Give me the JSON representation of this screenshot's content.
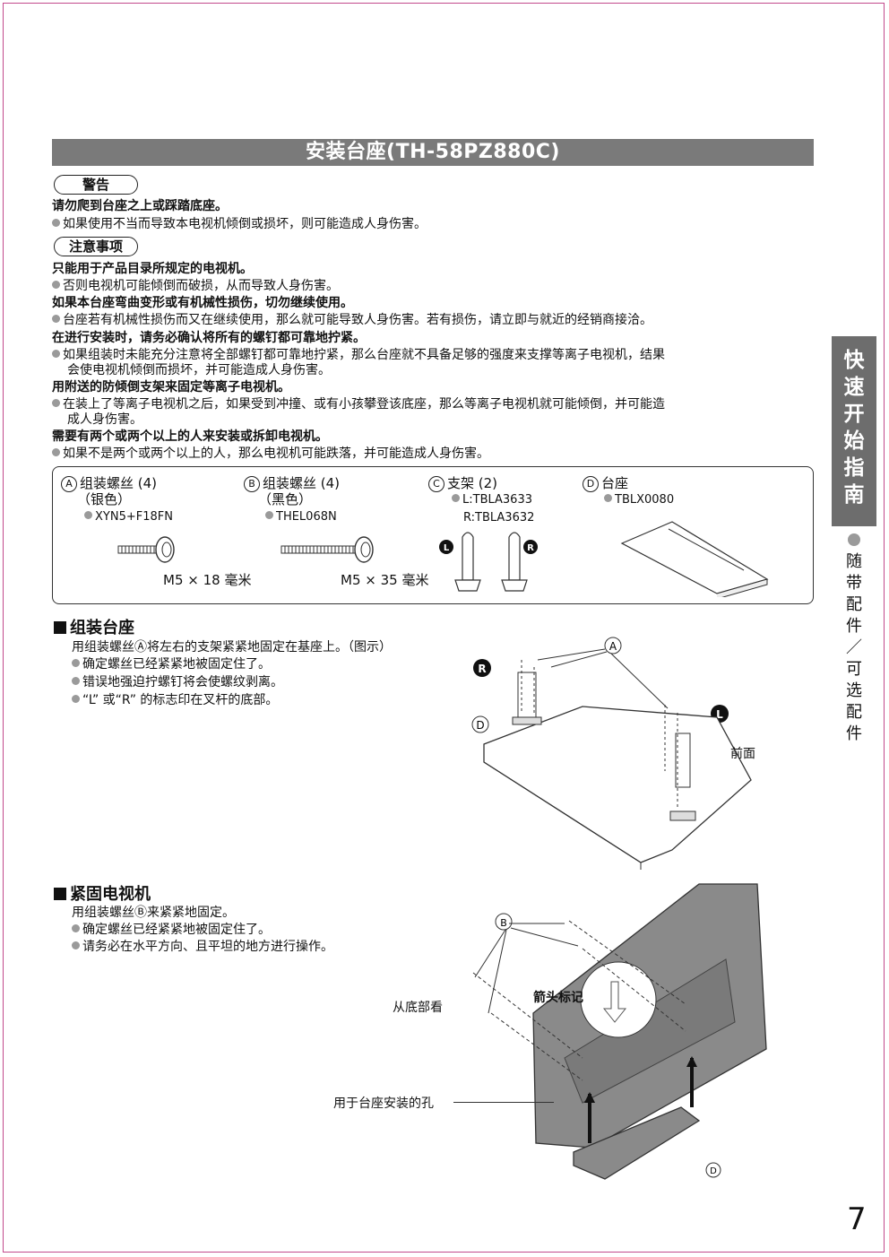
{
  "title": "安装台座(TH-58PZ880C)",
  "warning": {
    "label": "警告",
    "heading": "请勿爬到台座之上或踩踏底座。",
    "item": "如果使用不当而导致本电视机倾倒或损坏，则可能造成人身伤害。"
  },
  "caution": {
    "label": "注意事项",
    "h1": "只能用于产品目录所规定的电视机。",
    "i1": "否则电视机可能倾倒而破损，从而导致人身伤害。",
    "h2": "如果本台座弯曲变形或有机械性损伤，切勿继续使用。",
    "i2": "台座若有机械性损伤而又在继续使用，那么就可能导致人身伤害。若有损伤，请立即与就近的经销商接洽。",
    "h3": "在进行安装时，请务必确认将所有的螺钉都可靠地拧紧。",
    "i3a": "如果组装时未能充分注意将全部螺钉都可靠地拧紧，那么台座就不具备足够的强度来支撑等离子电视机，结果",
    "i3b": "会使电视机倾倒而损坏，并可能造成人身伤害。",
    "h4": "用附送的防倾倒支架来固定等离子电视机。",
    "i4a": "在装上了等离子电视机之后，如果受到冲撞、或有小孩攀登该底座，那么等离子电视机就可能倾倒，并可能造",
    "i4b": "成人身伤害。",
    "h5": "需要有两个或两个以上的人来安装或拆卸电视机。",
    "i5": "如果不是两个或两个以上的人，那么电视机可能跌落，并可能造成人身伤害。"
  },
  "accessories": {
    "a": {
      "letter": "A",
      "name": "组装螺丝 (4)",
      "color": "（银色）",
      "code": "XYN5+F18FN",
      "size": "M5 × 18 毫米"
    },
    "b": {
      "letter": "B",
      "name": "组装螺丝 (4)",
      "color": "（黑色）",
      "code": "THEL068N",
      "size": "M5 × 35 毫米"
    },
    "c": {
      "letter": "C",
      "name": "支架 (2)",
      "code_l": "L:TBLA3633",
      "code_r": "R:TBLA3632"
    },
    "d": {
      "letter": "D",
      "name": "台座",
      "code": "TBLX0080"
    },
    "mark_l": "L",
    "mark_r": "R"
  },
  "assemble": {
    "heading": "组装台座",
    "intro": "用组装螺丝Ⓐ将左右的支架紧紧地固定在基座上。（图示）",
    "b1": "确定螺丝已经紧紧地被固定住了。",
    "b2": "错误地强迫拧螺钉将会使螺纹剥离。",
    "b3": "“L” 或“R” 的标志印在叉杆的底部。",
    "front_label": "前面"
  },
  "fix": {
    "heading": "紧固电视机",
    "intro": "用组装螺丝Ⓑ来紧紧地固定。",
    "b1": "确定螺丝已经紧紧地被固定住了。",
    "b2": "请务必在水平方向、且平坦的地方进行操作。",
    "from_bottom": "从底部看",
    "arrow_mark": "箭头标记",
    "hole_label": "用于台座安装的孔"
  },
  "side_tab": "快速开始指南",
  "side_sub": [
    "随",
    "带",
    "配",
    "件",
    "／",
    "可",
    "选",
    "配",
    "件"
  ],
  "page_number": "7"
}
